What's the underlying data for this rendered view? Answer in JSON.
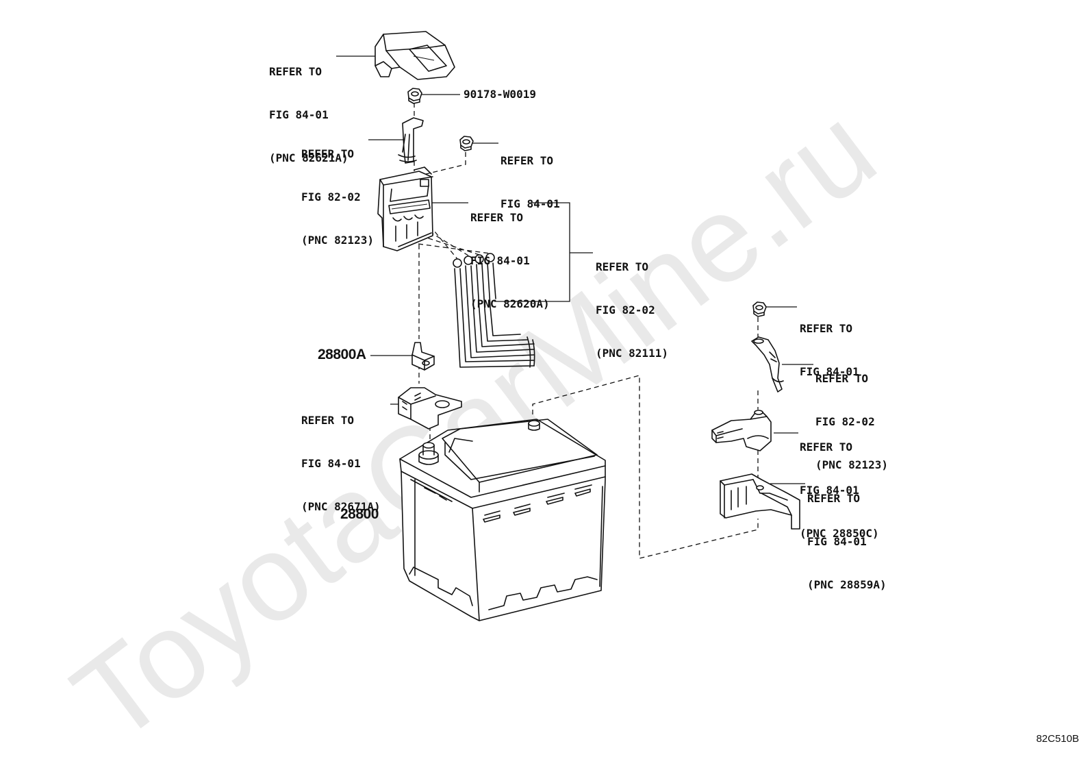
{
  "labels": {
    "top_cover": [
      "REFER TO",
      "FIG 84-01",
      "(PNC 82621A)"
    ],
    "nut_part": "90178-W0019",
    "cable_left": [
      "REFER TO",
      "FIG 82-02",
      "(PNC 82123)"
    ],
    "nut_left": [
      "REFER TO",
      "FIG 84-01"
    ],
    "fuse_block": [
      "REFER TO",
      "FIG 84-01",
      "(PNC 82620A)"
    ],
    "wires": [
      "REFER TO",
      "FIG 82-02",
      "(PNC 82111)"
    ],
    "terminal_part": "28800A",
    "clamp_left": [
      "REFER TO",
      "FIG 84-01",
      "(PNC 82671A)"
    ],
    "battery_part": "28800",
    "nut_right": [
      "REFER TO",
      "FIG 84-01"
    ],
    "cable_right": [
      "REFER TO",
      "FIG 82-02",
      "(PNC 82123)"
    ],
    "sensor": [
      "REFER TO",
      "FIG 84-01",
      "(PNC 28850C)"
    ],
    "bracket": [
      "REFER TO",
      "FIG 84-01",
      "(PNC 28859A)"
    ]
  },
  "figure_code": "82C510B",
  "watermark": "ToyotaCarMine.ru"
}
